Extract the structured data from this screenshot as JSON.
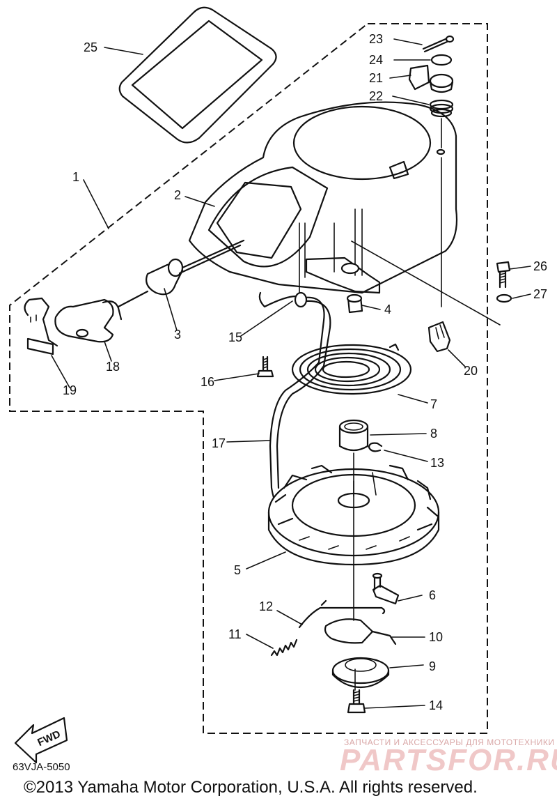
{
  "callouts": {
    "p1": "1",
    "p2": "2",
    "p3": "3",
    "p4": "4",
    "p5": "5",
    "p6": "6",
    "p7": "7",
    "p8": "8",
    "p9": "9",
    "p10": "10",
    "p11": "11",
    "p12": "12",
    "p13": "13",
    "p14": "14",
    "p15": "15",
    "p16": "16",
    "p17": "17",
    "p18": "18",
    "p19": "19",
    "p20": "20",
    "p21": "21",
    "p22": "22",
    "p23": "23",
    "p24": "24",
    "p25": "25",
    "p26": "26",
    "p27": "27"
  },
  "fwd_label": "FWD",
  "catalog_code": "63VJA-5050",
  "copyright": "©2013 Yamaha Motor Corporation, U.S.A. All rights reserved.",
  "watermark": {
    "tagline": "ЗАПЧАСТИ И АКСЕССУАРЫ ДЛЯ МОТОТЕХНИКИ",
    "brand": "PARTSFOR.RU"
  }
}
